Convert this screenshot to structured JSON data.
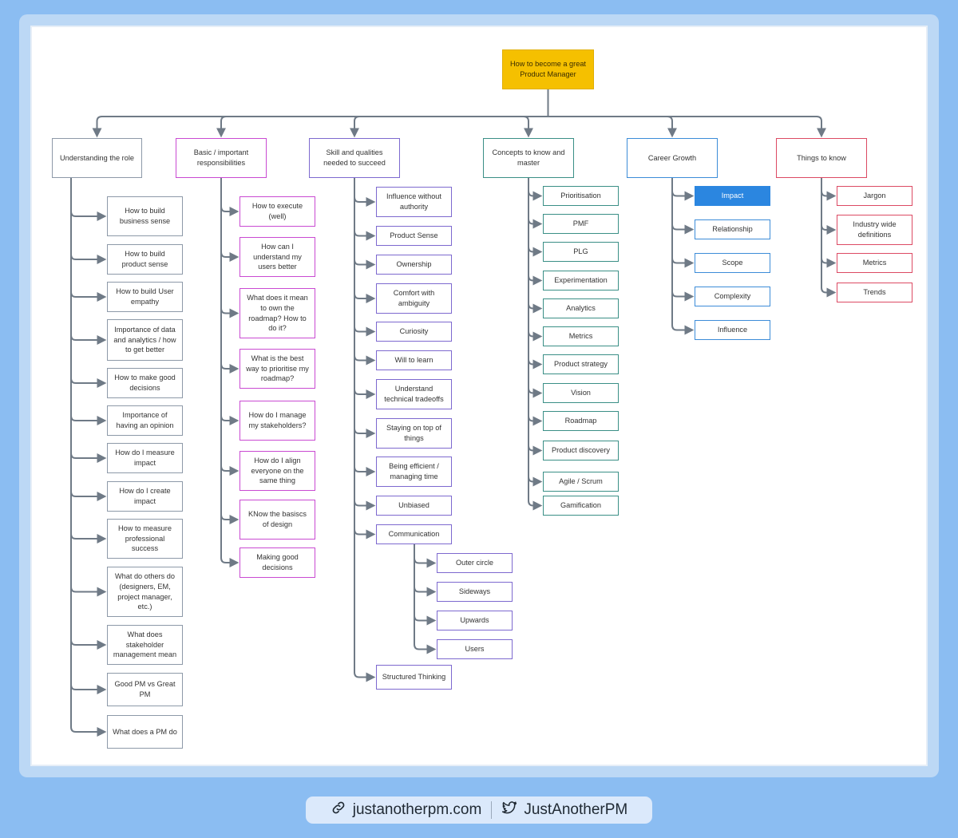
{
  "root": "How to become a great\nProduct Manager",
  "columns": [
    {
      "title": "Understanding the role",
      "color": "gray",
      "children": [
        "How to build\nbusiness sense",
        "How to build\nproduct sense",
        "How to build  User\nempathy",
        "Importance of data\nand analytics / how\nto get better",
        "How to make good\ndecisions",
        "Importance of\nhaving an opinion",
        "How do I measure\nimpact",
        "How do I create\nimpact",
        "How to measure\nprofessional\nsuccess",
        "What do others do\n(designers, EM,\nproject manager,\netc.)",
        "What does\nstakeholder\nmanagement mean",
        "Good PM vs Great\nPM",
        "What does a PM do"
      ]
    },
    {
      "title": "Basic / important\nresponsibilities",
      "color": "magenta",
      "children": [
        "How to execute\n(well)",
        "How can I\nunderstand my\nusers better",
        "What does it mean\nto own the\nroadmap? How to\ndo it?",
        "What is the best\nway to prioritise my\nroadmap?",
        "How do I manage\nmy stakeholders?",
        "How do I align\neveryone on the\nsame thing",
        "KNow the basiscs\nof design",
        "Making good\ndecisions"
      ]
    },
    {
      "title": "Skill and qualities\nneeded to succeed",
      "color": "purple",
      "children": [
        "Influence without\nauthority",
        "Product Sense",
        "Ownership",
        "Comfort with\nambiguity",
        "Curiosity",
        "Will to learn",
        "Understand\ntechnical tradeoffs",
        "Staying on top of\nthings",
        "Being efficient /\nmanaging time",
        "Unbiased",
        "Communication",
        "Structured Thinking"
      ],
      "communication_children": [
        "Outer circle",
        "Sideways",
        "Upwards",
        "Users"
      ]
    },
    {
      "title": "Concepts to know and\nmaster",
      "color": "teal",
      "children": [
        "Prioritisation",
        "PMF",
        "PLG",
        "Experimentation",
        "Analytics",
        "Metrics",
        "Product strategy",
        "Vision",
        "Roadmap",
        "Product discovery",
        "Agile / Scrum",
        "Gamification"
      ]
    },
    {
      "title": "Career Growth",
      "color": "blue",
      "selected": "Impact",
      "children": [
        "Impact",
        "Relationship",
        "Scope",
        "Complexity",
        "Influence"
      ]
    },
    {
      "title": "Things to know",
      "color": "red",
      "children": [
        "Jargon",
        "Industry wide\ndefinitions",
        "Metrics",
        "Trends"
      ]
    }
  ],
  "footer": {
    "website": "justanotherpm.com",
    "twitter": "JustAnotherPM",
    "link_icon": "link-icon",
    "twitter_icon": "twitter-bird-icon"
  },
  "colors": {
    "connector": "#6f7a86",
    "root_fill": "#f5c000",
    "selected_fill": "#2b86e0",
    "background": "#8bbdf2"
  }
}
